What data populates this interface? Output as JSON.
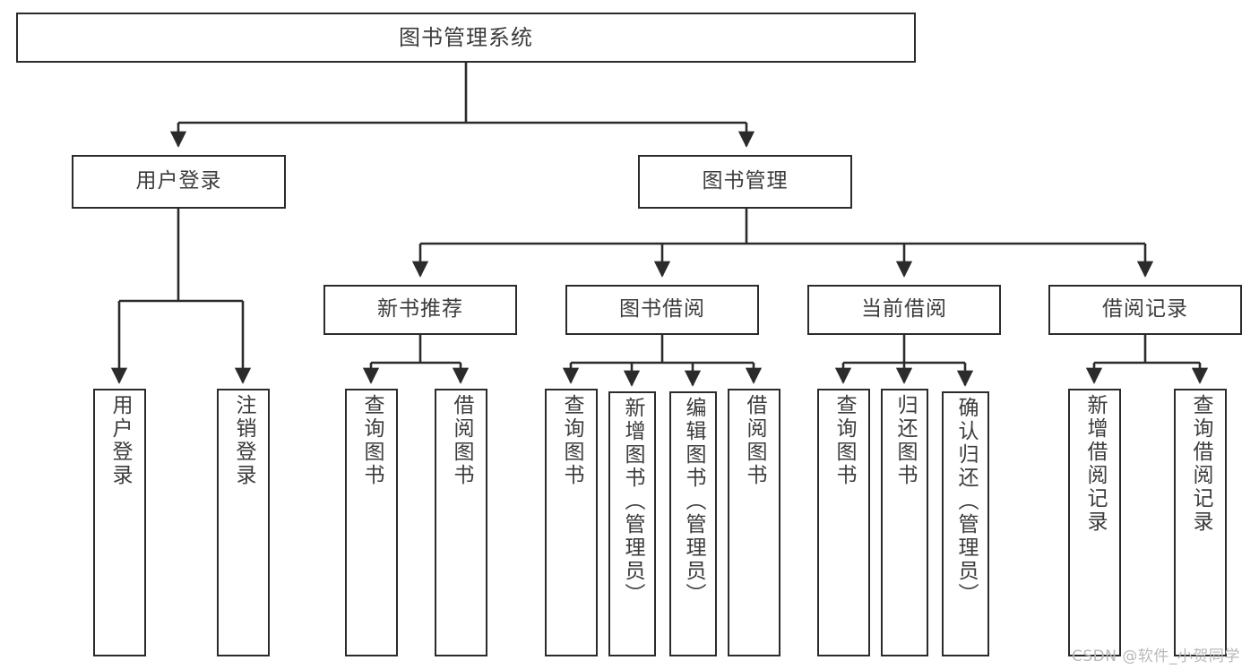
{
  "diagram": {
    "title": "图书管理系统",
    "type": "tree-hierarchy",
    "background_color": "#ffffff",
    "box_border_color": "#2b2b2b",
    "text_color": "#3c3c3c",
    "edge_color": "#2b2b2b"
  },
  "root": {
    "label": "图书管理系统"
  },
  "level1": [
    {
      "label": "用户登录"
    },
    {
      "label": "图书管理"
    }
  ],
  "level2": [
    {
      "label": "新书推荐"
    },
    {
      "label": "图书借阅"
    },
    {
      "label": "当前借阅"
    },
    {
      "label": "借阅记录"
    }
  ],
  "leaves": {
    "user_login": [
      {
        "label": "用户登录"
      },
      {
        "label": "注销登录"
      }
    ],
    "new_book_recommend": [
      {
        "label": "查询图书"
      },
      {
        "label": "借阅图书"
      }
    ],
    "book_borrow": [
      {
        "label": "查询图书"
      },
      {
        "label": "新增图书（管理员）"
      },
      {
        "label": "编辑图书（管理员）"
      },
      {
        "label": "借阅图书"
      }
    ],
    "current_borrow": [
      {
        "label": "查询图书"
      },
      {
        "label": "归还图书"
      },
      {
        "label": "确认归还（管理员）"
      }
    ],
    "borrow_record": [
      {
        "label": "新增借阅记录"
      },
      {
        "label": "查询借阅记录"
      }
    ]
  },
  "watermark": {
    "text": "CSDN @软件_小贺同学"
  }
}
